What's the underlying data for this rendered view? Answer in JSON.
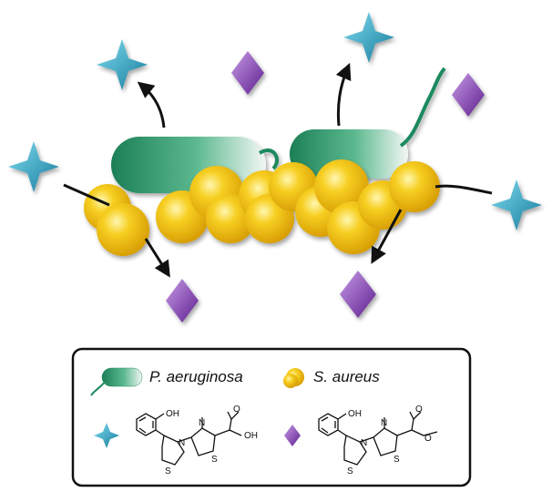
{
  "legend": {
    "pa_label": "P. aeruginosa",
    "sa_label": "S. aureus"
  },
  "molecules": {
    "acid": {
      "labels": [
        "OH",
        "N",
        "N",
        "S",
        "S",
        "OH",
        "O"
      ]
    },
    "ester": {
      "labels": [
        "OH",
        "N",
        "N",
        "S",
        "S",
        "O",
        "O"
      ]
    }
  },
  "colors": {
    "teal_star": "#2aa9c6",
    "purple_diamond": "#8a3fbf",
    "staph_yellow": "#f4c21a",
    "pseudomonas_green": "#1f8a5e",
    "arrow": "#111111"
  },
  "icons": [
    "teal-star-icon",
    "purple-diamond-icon",
    "pseudomonas-icon",
    "staph-coccus-icon"
  ]
}
